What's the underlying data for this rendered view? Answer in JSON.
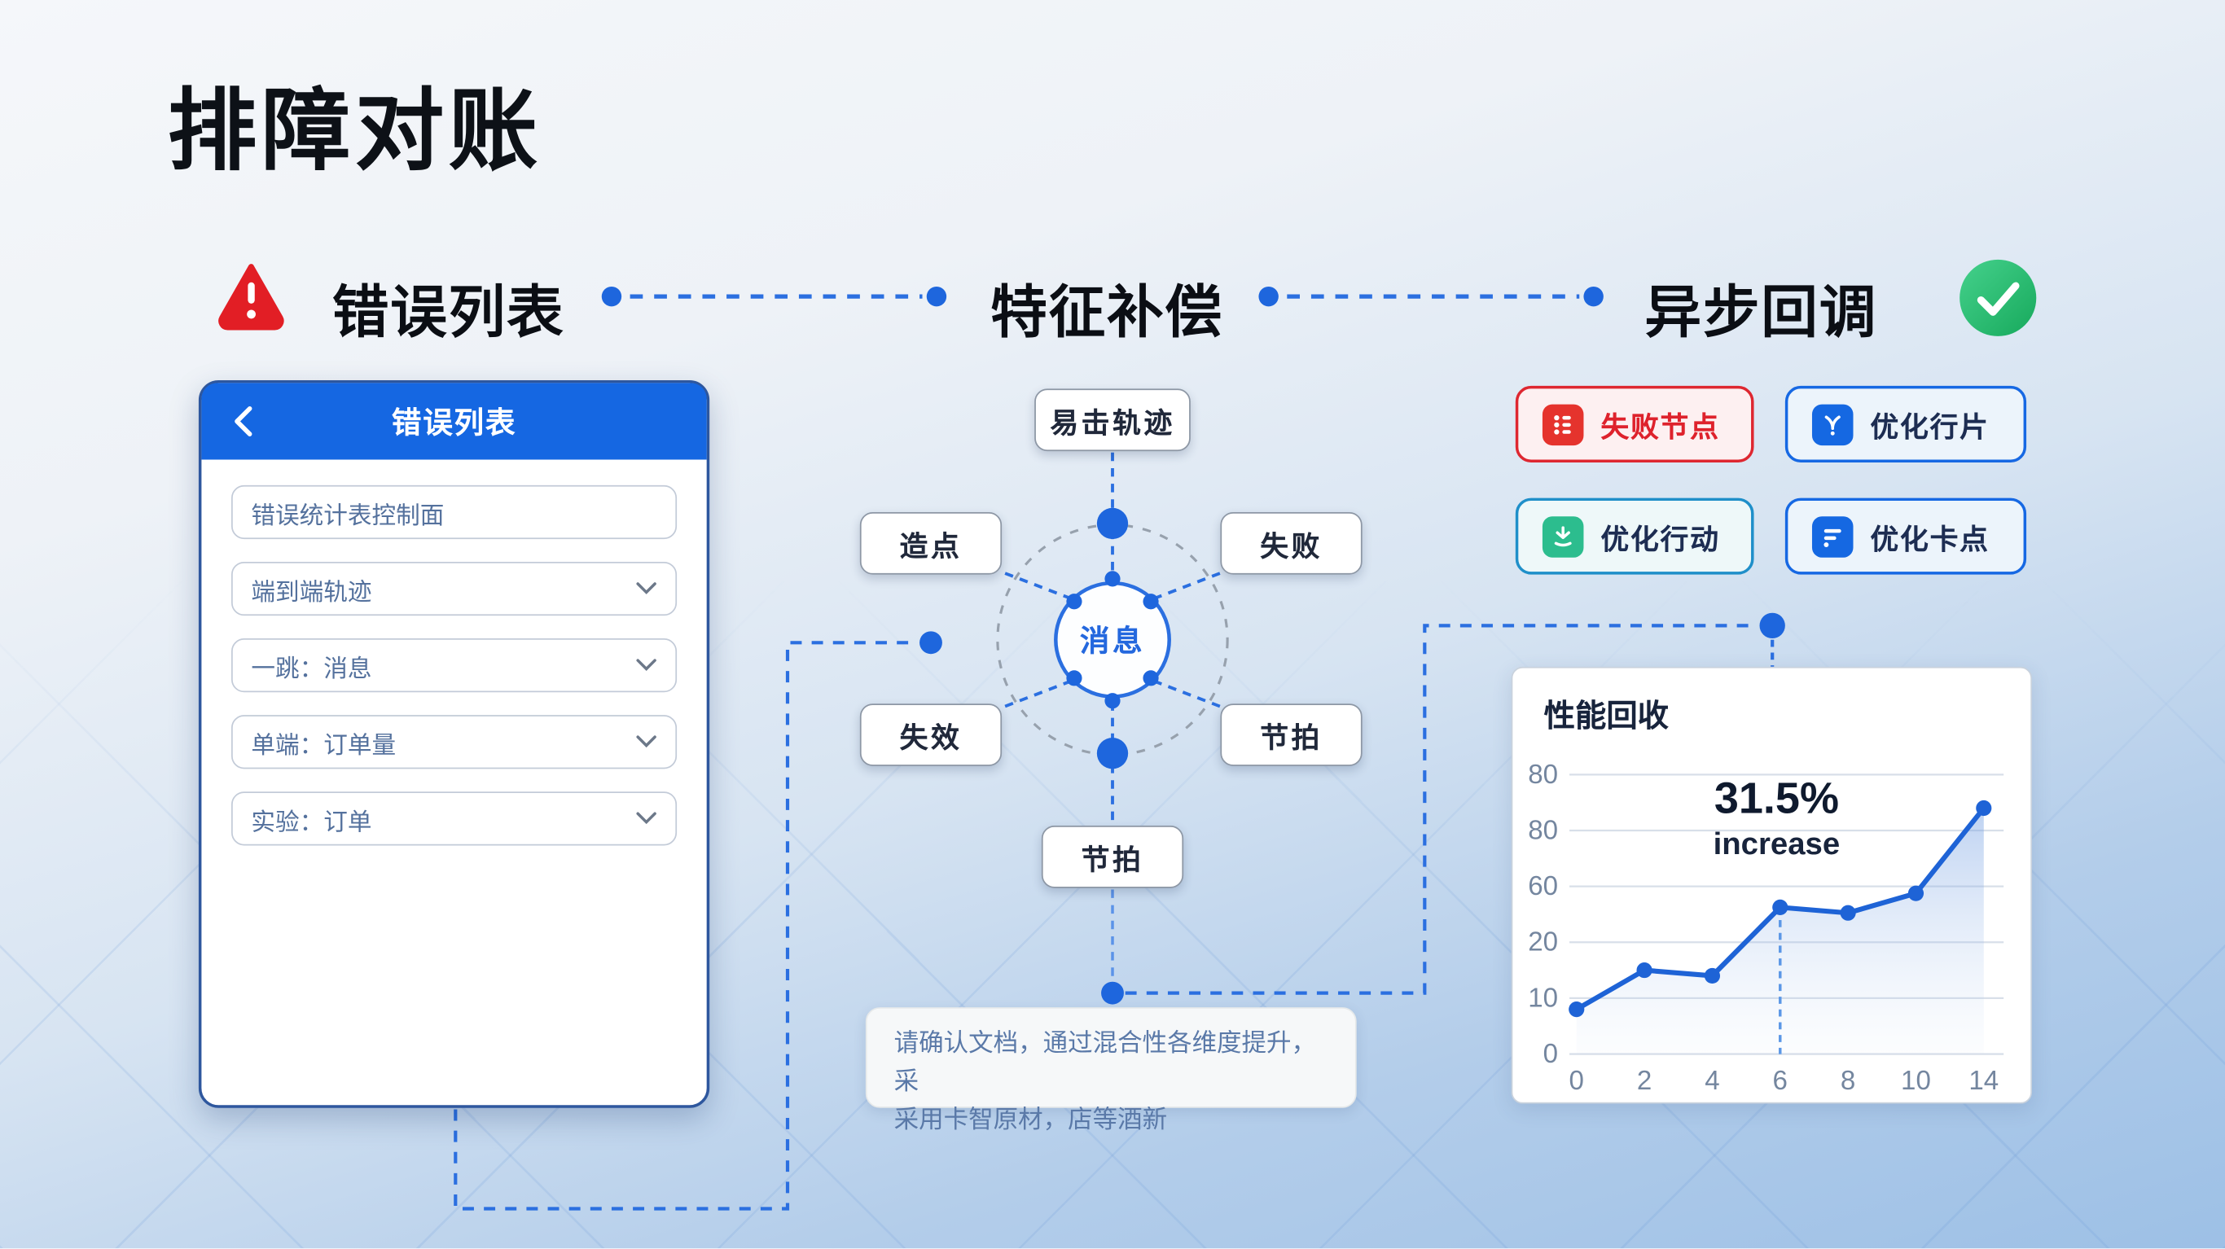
{
  "page": {
    "title": "排障对账"
  },
  "header": {
    "sections": [
      {
        "label": "错误列表",
        "icon": "alert-triangle-icon"
      },
      {
        "label": "特征补偿",
        "icon": null
      },
      {
        "label": "异步回调",
        "icon": "check-circle-icon"
      }
    ]
  },
  "panel": {
    "title": "错误列表",
    "back_icon": "chevron-left",
    "fields": [
      {
        "label": "错误统计表控制面",
        "dropdown": false
      },
      {
        "label": "端到端轨迹",
        "dropdown": true
      },
      {
        "label": "一跳：消息",
        "dropdown": true
      },
      {
        "label": "单端：订单量",
        "dropdown": true
      },
      {
        "label": "实验：订单",
        "dropdown": true
      }
    ]
  },
  "hub": {
    "center_label": "消息",
    "nodes": [
      {
        "position": "top",
        "label": "易击轨迹"
      },
      {
        "position": "upper-left",
        "label": "造点"
      },
      {
        "position": "upper-right",
        "label": "失败"
      },
      {
        "position": "lower-left",
        "label": "失效"
      },
      {
        "position": "lower-right",
        "label": "节拍"
      },
      {
        "position": "bottom",
        "label": "节拍"
      }
    ]
  },
  "note": {
    "line1": "请确认文档，通过混合性各维度提升，采",
    "line2": "采用卡智原材，店等酒新"
  },
  "chips": [
    {
      "label": "失败节点",
      "variant": "red",
      "icon": "dots-list-icon"
    },
    {
      "label": "优化行片",
      "variant": "blue",
      "icon": "plant-icon"
    },
    {
      "label": "优化行动",
      "variant": "teal",
      "icon": "download-tray-icon"
    },
    {
      "label": "优化卡点",
      "variant": "blue",
      "icon": "filter-lines-icon"
    }
  ],
  "chart_data": {
    "type": "area",
    "title": "性能回收",
    "x": [
      0,
      2,
      4,
      6,
      8,
      10,
      14
    ],
    "xtick_labels": [
      "0",
      "2",
      "4",
      "6",
      "8",
      "10",
      "14"
    ],
    "values": [
      8,
      15,
      14,
      45,
      41,
      55,
      88
    ],
    "ytick_labels_top_to_bottom": [
      "80",
      "80",
      "60",
      "20",
      "10",
      "0"
    ],
    "scale_tick_values_bottom_to_top": [
      0,
      10,
      20,
      60,
      80,
      100
    ],
    "annotation": {
      "value": "31.5%",
      "label": "increase"
    },
    "drop_line_index": 3,
    "line_color": "#1e63d6",
    "grid": true,
    "legend": false
  },
  "colors": {
    "accent_blue": "#1e66dd",
    "alert_red": "#e21e25",
    "success_green": "#22b566",
    "panel_header_blue": "#1567e2"
  }
}
